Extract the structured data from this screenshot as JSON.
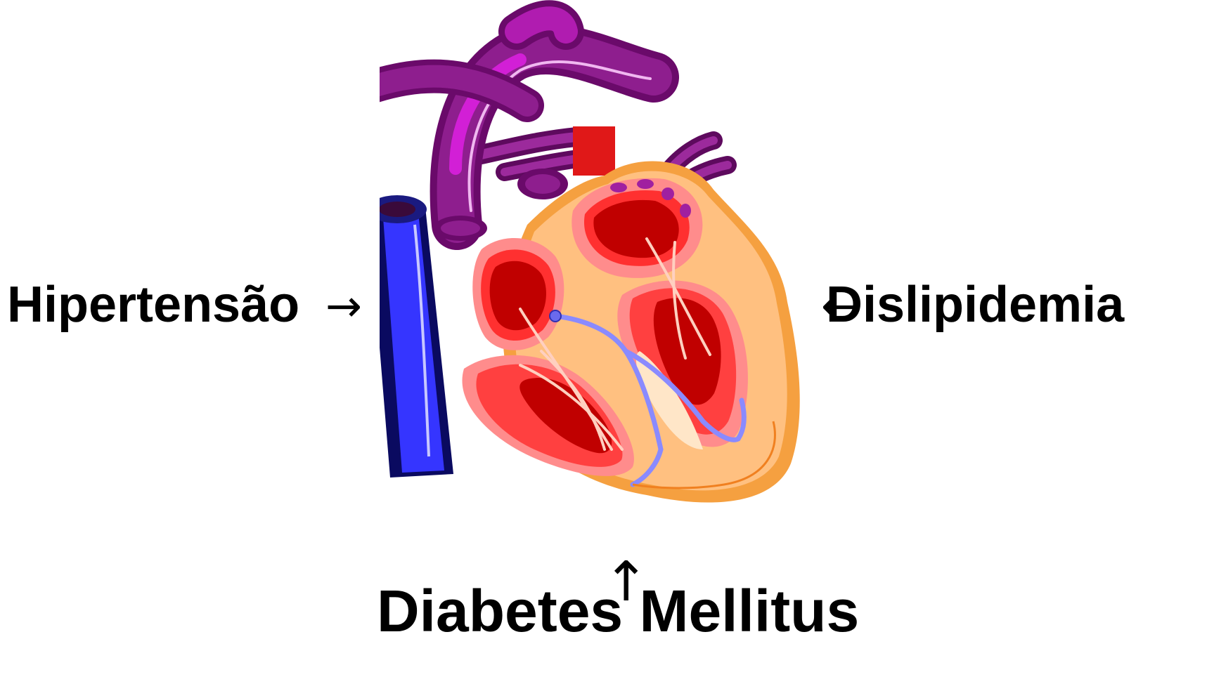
{
  "labels": {
    "left": "Hipertensão",
    "right": "Dislipidemia",
    "bottom": "Diabetes Mellitus"
  },
  "arrows": {
    "left": "→",
    "right": "←",
    "bottom": "↑"
  },
  "colors": {
    "text": "#000000",
    "aorta": "#8a1a8a",
    "aorta_highlight": "#d21fd6",
    "vena_cava": "#2a2ae0",
    "heart_outer": "#ffc07a",
    "heart_edge": "#f5a040",
    "chamber_wall": "#ff8080",
    "chamber_inner": "#c80000",
    "conduction": "#8a8aff"
  }
}
